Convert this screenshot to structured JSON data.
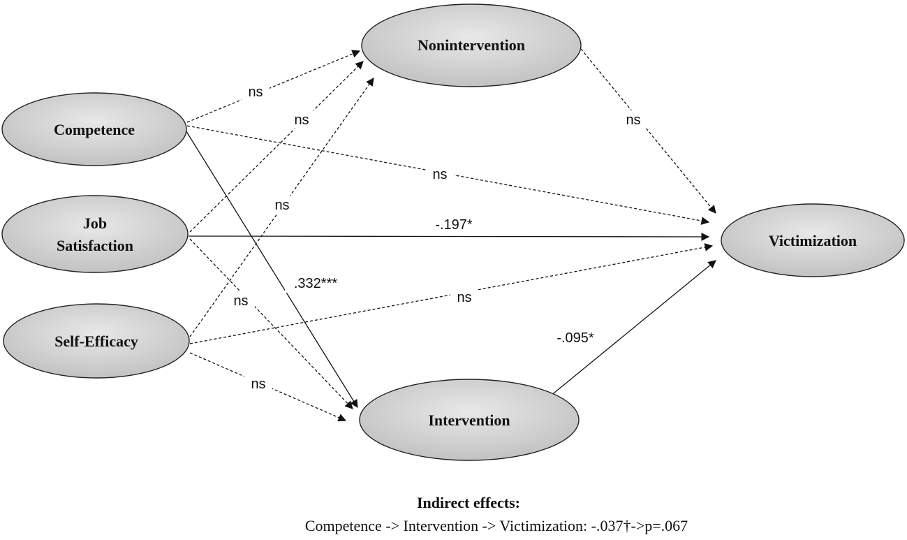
{
  "nodes": {
    "competence": {
      "label": "Competence"
    },
    "job_satisfaction": {
      "label_line1": "Job",
      "label_line2": "Satisfaction"
    },
    "self_efficacy": {
      "label": "Self-Efficacy"
    },
    "nonintervention": {
      "label": "Nonintervention"
    },
    "intervention": {
      "label": "Intervention"
    },
    "victimization": {
      "label": "Victimization"
    }
  },
  "edges": {
    "competence_nonintervention": {
      "label": "ns",
      "style": "dashed"
    },
    "jobsat_nonintervention": {
      "label": "ns",
      "style": "dashed"
    },
    "selfeff_nonintervention": {
      "label": "ns",
      "style": "dashed"
    },
    "competence_victimization": {
      "label": "ns",
      "style": "dashed"
    },
    "jobsat_victimization": {
      "label": "-.197*",
      "style": "solid"
    },
    "selfeff_victimization": {
      "label": "ns",
      "style": "dashed"
    },
    "competence_intervention": {
      "label": ".332***",
      "style": "solid"
    },
    "jobsat_intervention": {
      "label": "ns",
      "style": "dashed"
    },
    "selfeff_intervention": {
      "label": "ns",
      "style": "dashed"
    },
    "nonintervention_victimization": {
      "label": "ns",
      "style": "dashed"
    },
    "intervention_victimization": {
      "label": "-.095*",
      "style": "solid"
    }
  },
  "footer": {
    "title": "Indirect effects:",
    "text": "Competence -> Intervention -> Victimization: -.037†->p=.067"
  },
  "colors": {
    "node_fill_light": "#e6e6e6",
    "node_fill_dark": "#c2c2c2",
    "line": "#111111"
  }
}
